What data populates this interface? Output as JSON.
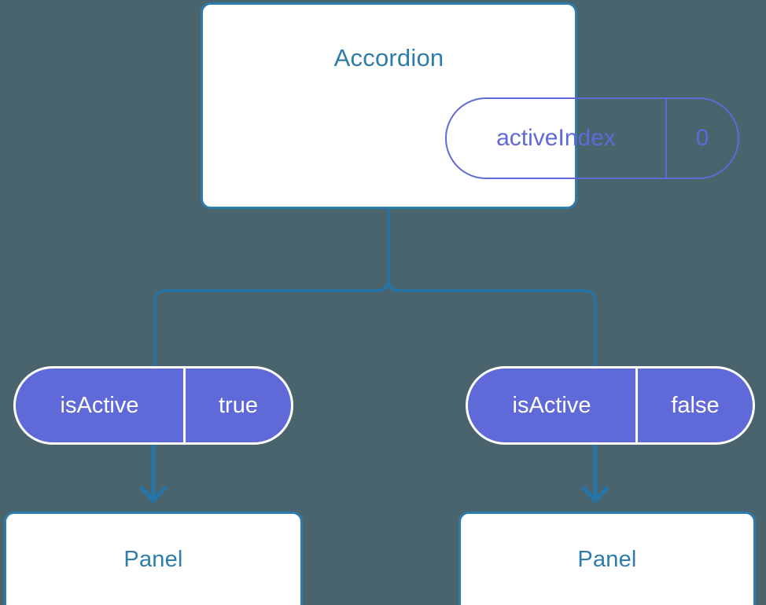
{
  "diagram": {
    "type": "component-tree",
    "background_color": "#4a646e",
    "accent_blue": "#2e7cab",
    "accent_purple": "#6069d8",
    "card_background": "#ffffff"
  },
  "root": {
    "title": "Accordion",
    "state": {
      "key": "activeIndex",
      "value": "0"
    }
  },
  "branches": [
    {
      "prop": {
        "key": "isActive",
        "value": "true"
      },
      "child": {
        "title": "Panel"
      }
    },
    {
      "prop": {
        "key": "isActive",
        "value": "false"
      },
      "child": {
        "title": "Panel"
      }
    }
  ]
}
